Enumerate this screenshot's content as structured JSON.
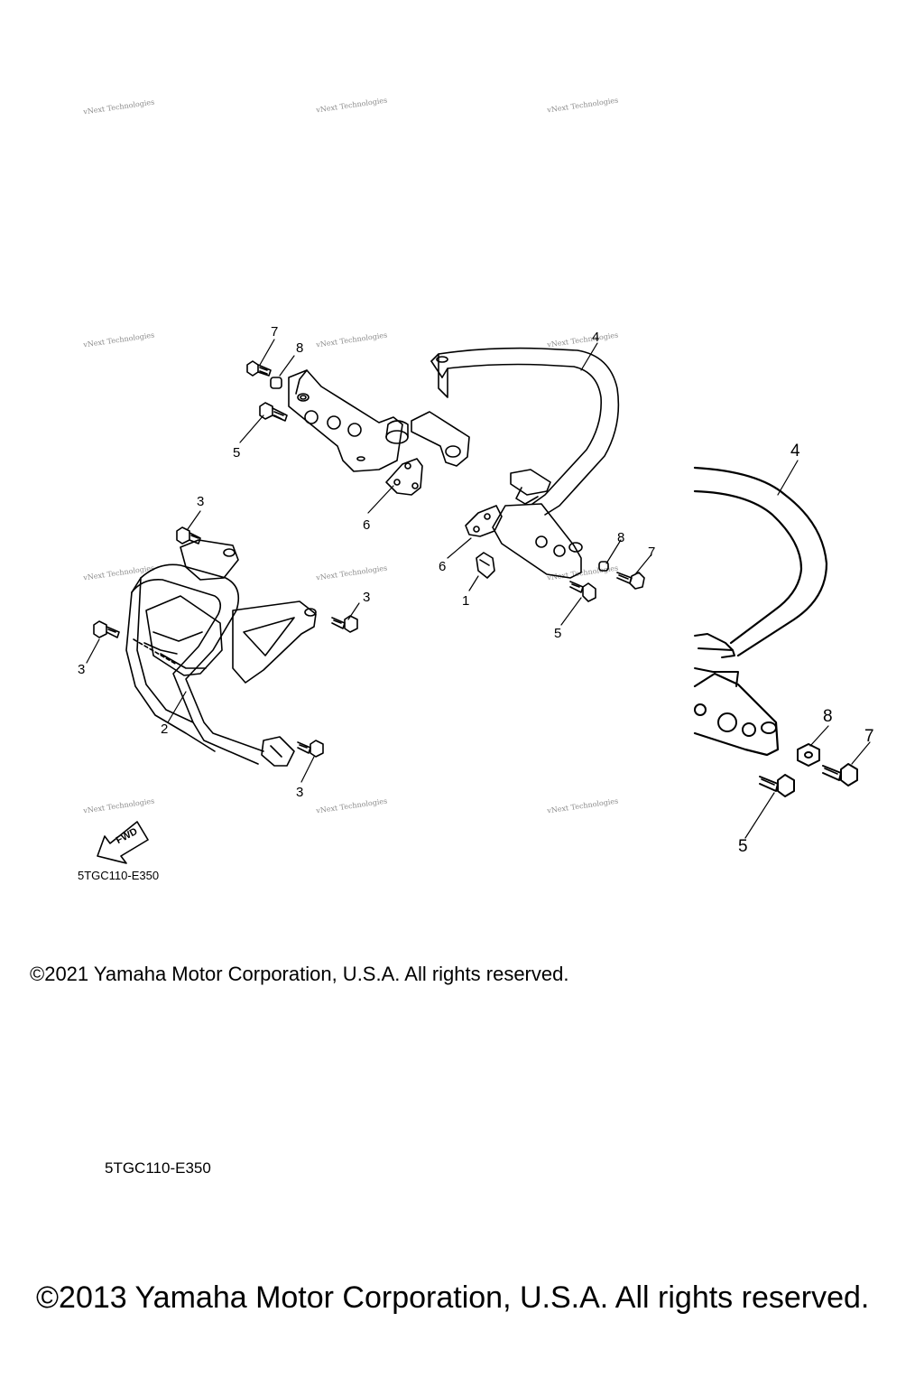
{
  "watermark_text": "vNext Technologies",
  "callouts": {
    "main_top": [
      {
        "label": "7"
      },
      {
        "label": "8"
      },
      {
        "label": "4"
      },
      {
        "label": "5"
      },
      {
        "label": "6"
      }
    ],
    "main_right": [
      {
        "label": "6"
      },
      {
        "label": "1"
      },
      {
        "label": "8"
      },
      {
        "label": "7"
      },
      {
        "label": "5"
      }
    ],
    "main_left": [
      {
        "label": "3"
      },
      {
        "label": "3"
      },
      {
        "label": "3"
      },
      {
        "label": "2"
      },
      {
        "label": "3"
      }
    ],
    "detail": [
      {
        "label": "4"
      },
      {
        "label": "8"
      },
      {
        "label": "7"
      },
      {
        "label": "5"
      }
    ]
  },
  "fwd_label": "FWD",
  "figure_code_small": "5TGC110-E350",
  "copyright_small": "©2021 Yamaha Motor Corporation, U.S.A. All rights reserved.",
  "figure_code_large": "5TGC110-E350",
  "copyright_large": "©2013 Yamaha Motor Corporation, U.S.A. All rights reserved.",
  "colors": {
    "line": "#000000",
    "watermark": "#777777",
    "background": "#ffffff"
  }
}
